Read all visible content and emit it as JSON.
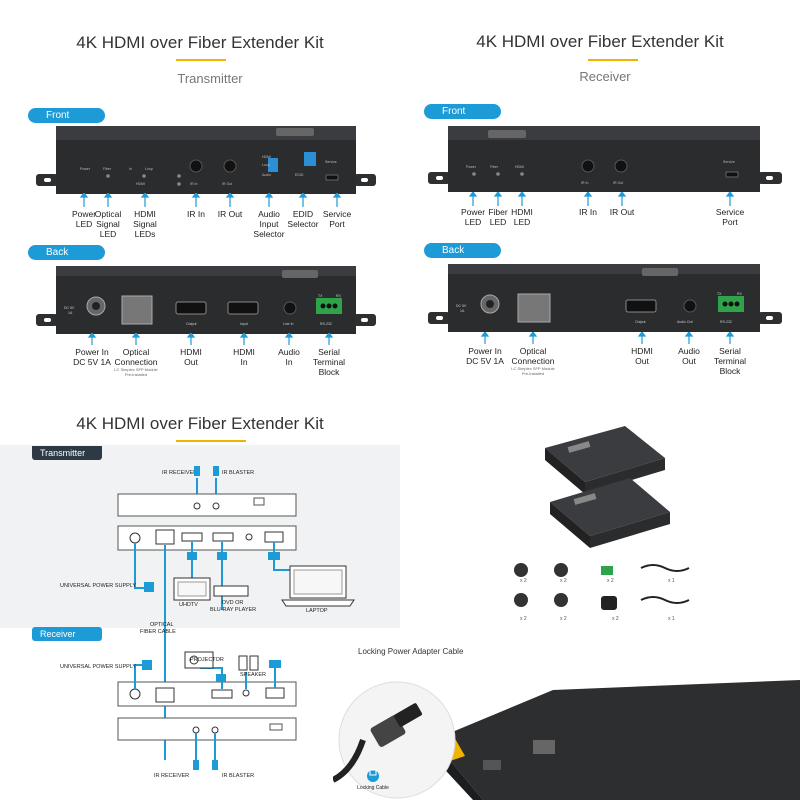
{
  "colors": {
    "accent_blue": "#1d9bd7",
    "accent_yellow": "#f2b300",
    "device_body": "#2d2f31",
    "diagram_bg": "#f1f2f3"
  },
  "transmitter": {
    "title": "4K HDMI over Fiber Extender Kit",
    "subtitle": "Transmitter",
    "front_pill": "Front",
    "back_pill": "Back",
    "front_silk": [
      "Power",
      "Fiber",
      "In",
      "Loop",
      "HDMI",
      "IR In",
      "IR Out",
      "HDMI",
      "Loop",
      "Audio",
      "EDID",
      "Service"
    ],
    "front_callouts": [
      [
        "Power",
        "LED"
      ],
      [
        "Optical",
        "Signal",
        "LED"
      ],
      [
        "HDMI",
        "Signal",
        "LEDs"
      ],
      [
        "IR In"
      ],
      [
        "IR Out"
      ],
      [
        "Audio",
        "Input",
        "Selector"
      ],
      [
        "EDID",
        "Selector"
      ],
      [
        "Service",
        "Port"
      ]
    ],
    "back_silk": [
      "DC 5V",
      "1A",
      "Output",
      "Input",
      "Line In",
      "TX",
      "RX",
      "RS-232"
    ],
    "back_callouts": [
      [
        "Power In",
        "DC 5V 1A"
      ],
      [
        "Optical",
        "Connection"
      ],
      [
        "HDMI",
        "Out"
      ],
      [
        "HDMI",
        "In"
      ],
      [
        "Audio",
        "In"
      ],
      [
        "Serial",
        "Terminal",
        "Block"
      ]
    ],
    "sfp_note": "LC Simplex SFP Module Pre-installed"
  },
  "receiver": {
    "title": "4K HDMI over Fiber Extender Kit",
    "subtitle": "Receiver",
    "front_pill": "Front",
    "back_pill": "Back",
    "front_silk": [
      "Power",
      "Fiber",
      "HDMI",
      "IR In",
      "IR Out",
      "Service"
    ],
    "front_callouts": [
      [
        "Power",
        "LED"
      ],
      [
        "Fiber",
        "LED"
      ],
      [
        "HDMI",
        "LED"
      ],
      [
        "IR In"
      ],
      [
        "IR Out"
      ],
      [
        "Service",
        "Port"
      ]
    ],
    "back_silk": [
      "DC 5V",
      "1A",
      "Output",
      "Audio Out",
      "TX",
      "RX",
      "RS-232"
    ],
    "back_callouts": [
      [
        "Power In",
        "DC 5V 1A"
      ],
      [
        "Optical",
        "Connection"
      ],
      [
        "HDMI",
        "Out"
      ],
      [
        "Audio",
        "Out"
      ],
      [
        "Serial",
        "Terminal",
        "Block"
      ]
    ],
    "sfp_note": "LC Simplex SFP Module Pre-installed"
  },
  "diagram": {
    "title": "4K HDMI over Fiber Extender Kit",
    "transmitter_tab": "Transmitter",
    "receiver_tab": "Receiver",
    "labels": {
      "ir_receiver_top": "IR RECEIVER",
      "ir_blaster_top": "IR BLASTER",
      "universal_power_tx": "UNIVERSAL POWER SUPPLY",
      "uhdtv": "UHDTV",
      "dvd": "DVD OR",
      "bluray": "BLU-RAY PLAYER",
      "laptop": "LAPTOP",
      "optical_fiber": "OPTICAL",
      "fiber_cable": "FIBER CABLE",
      "universal_power_rx": "UNIVERSAL POWER SUPPLY",
      "projector": "PROJECTOR",
      "speaker": "SPEAKER",
      "ir_receiver_bottom": "IR RECEIVER",
      "ir_blaster_bottom": "IR BLASTER"
    }
  },
  "accessories": {
    "counts": [
      "x 2",
      "x 2",
      "x 2",
      "x 1",
      "x 2",
      "x 2",
      "x 2",
      "x 1"
    ]
  },
  "locking": {
    "title": "Locking Power Adapter Cable",
    "badge": "Locking Cable"
  }
}
